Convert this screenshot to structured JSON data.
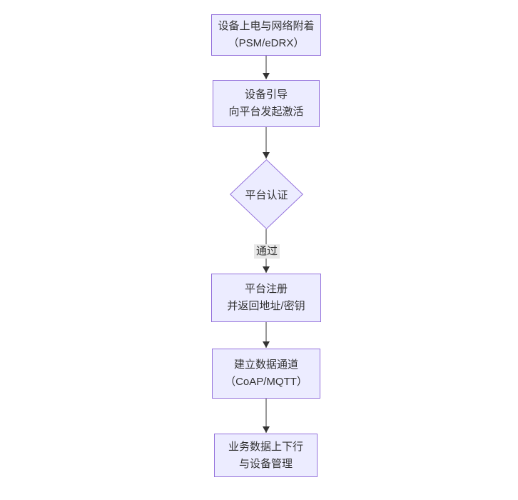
{
  "diagram": {
    "type": "flowchart",
    "direction": "top-down",
    "background": "#ffffff",
    "node_fill": "#ececff",
    "node_border": "#9370db",
    "text_color": "#333333",
    "arrow_color": "#333333",
    "edge_label_background": "#e8e8e8"
  },
  "nodes": [
    {
      "id": "power-attach",
      "shape": "rect",
      "lines": [
        "设备上电与网络附着",
        "（PSM/eDRX）"
      ]
    },
    {
      "id": "bootstrap-activate",
      "shape": "rect",
      "lines": [
        "设备引导",
        "向平台发起激活"
      ]
    },
    {
      "id": "platform-auth",
      "shape": "diamond",
      "lines": [
        "平台认证"
      ]
    },
    {
      "id": "platform-register",
      "shape": "rect",
      "lines": [
        "平台注册",
        "并返回地址/密钥"
      ]
    },
    {
      "id": "data-channel",
      "shape": "rect",
      "lines": [
        "建立数据通道",
        "（CoAP/MQTT）"
      ]
    },
    {
      "id": "business-mgmt",
      "shape": "rect",
      "lines": [
        "业务数据上下行",
        "与设备管理"
      ]
    }
  ],
  "edges": [
    {
      "from": "power-attach",
      "to": "bootstrap-activate"
    },
    {
      "from": "bootstrap-activate",
      "to": "platform-auth"
    },
    {
      "from": "platform-auth",
      "to": "platform-register",
      "label": "通过"
    },
    {
      "from": "platform-register",
      "to": "data-channel"
    },
    {
      "from": "data-channel",
      "to": "business-mgmt"
    }
  ]
}
